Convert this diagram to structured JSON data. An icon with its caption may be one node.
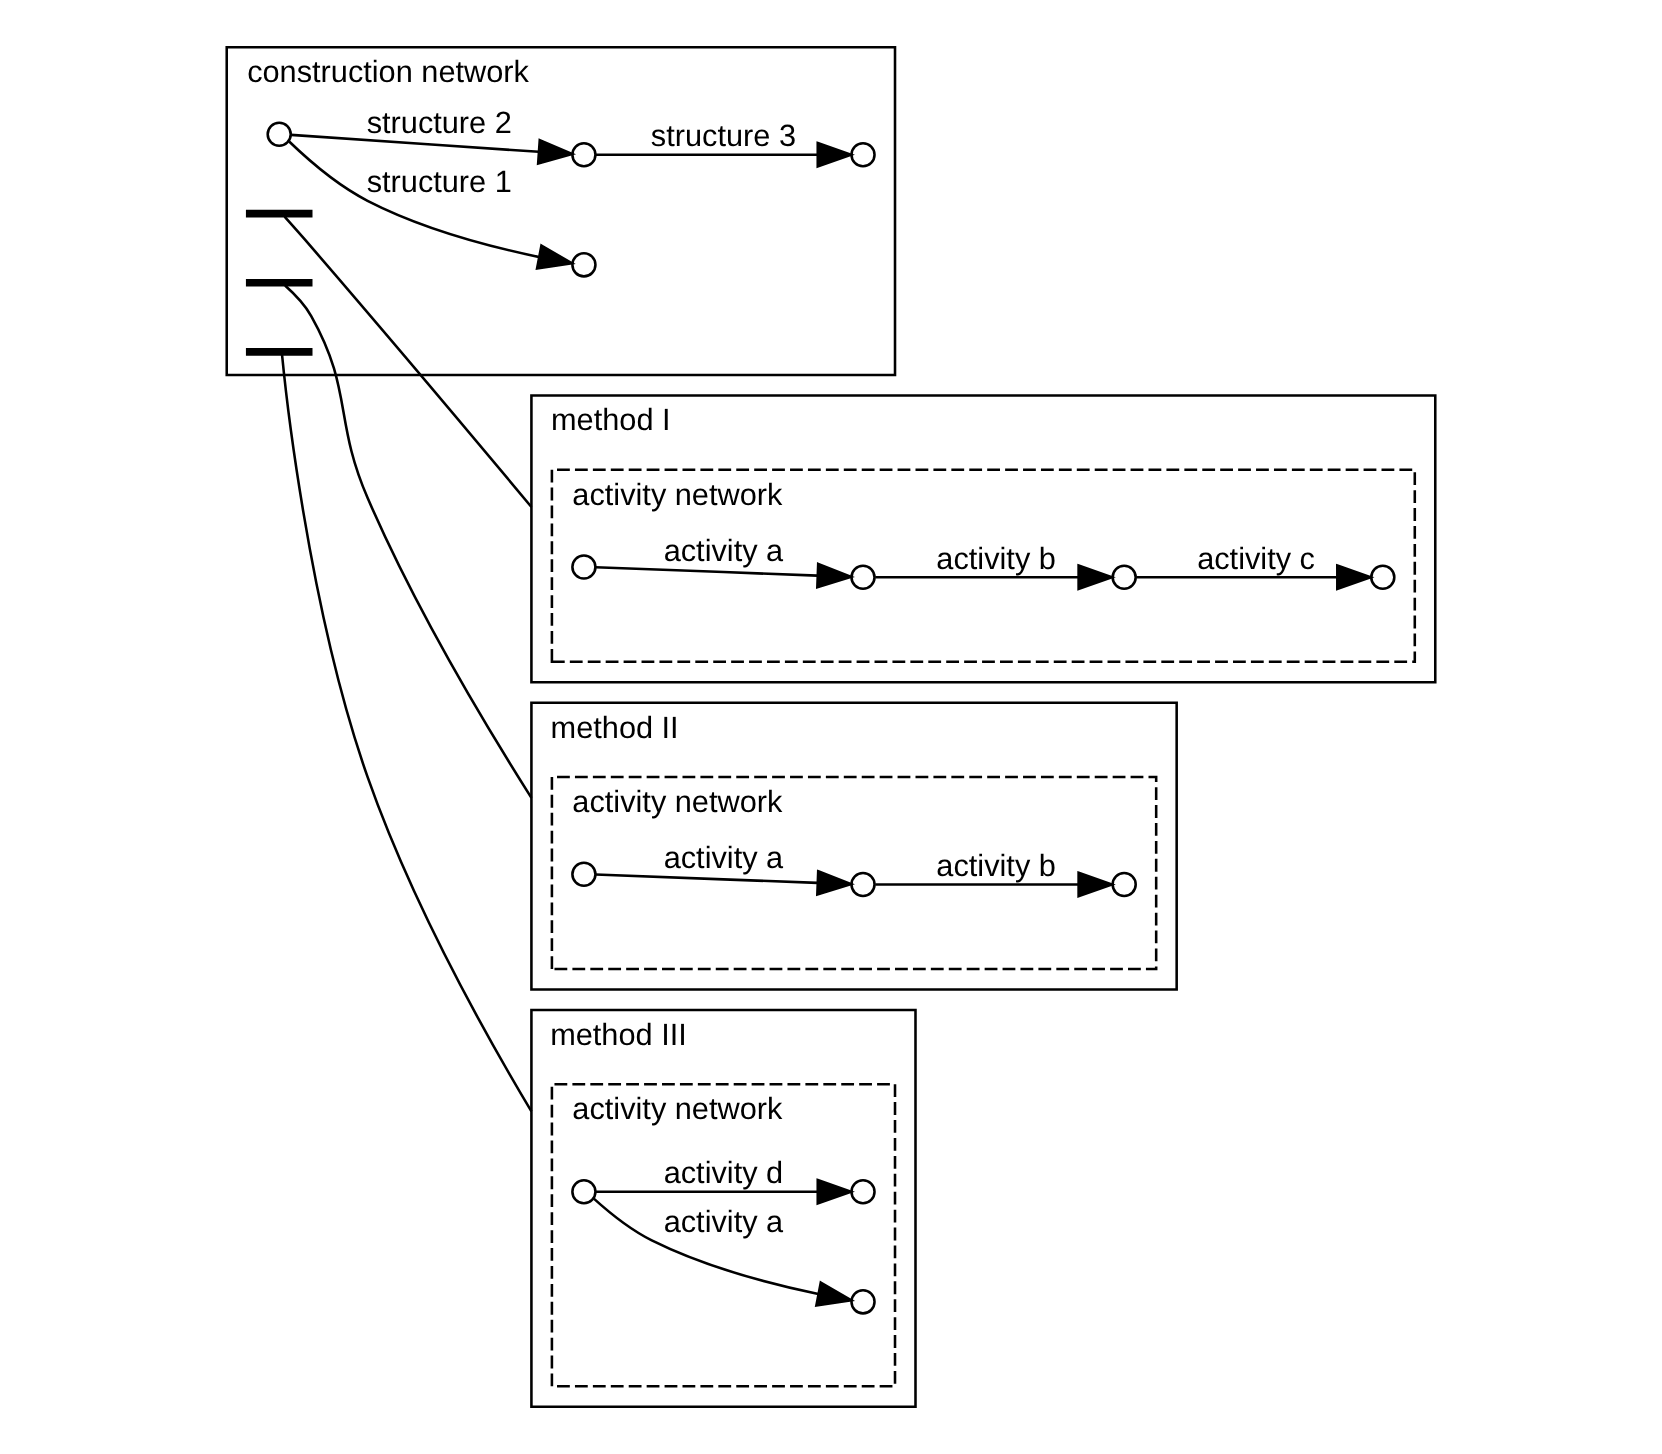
{
  "diagram": {
    "nodes": [
      {
        "text": [
          "construction network"
        ]
      },
      {
        "text": [],
        "shape": "circle",
        "in": 0
      },
      {
        "text": [],
        "shape": "circle",
        "in": 0
      },
      {
        "text": [],
        "shape": "circle",
        "in": 0
      },
      {
        "text": [],
        "shape": "circle",
        "in": 0
      },
      {
        "text": [],
        "shape": "bar",
        "in": 0
      },
      {
        "text": [],
        "shape": "bar",
        "in": 0
      },
      {
        "text": [],
        "shape": "bar",
        "in": 0
      },
      {
        "text": [
          "method I"
        ]
      },
      {
        "text": [
          "activity network"
        ],
        "in": 8
      },
      {
        "text": [],
        "shape": "circle",
        "in": 9
      },
      {
        "text": [],
        "shape": "circle",
        "in": 9
      },
      {
        "text": [],
        "shape": "circle",
        "in": 9
      },
      {
        "text": [],
        "shape": "circle",
        "in": 9
      },
      {
        "text": [
          "method II"
        ]
      },
      {
        "text": [
          "activity network"
        ],
        "in": 14
      },
      {
        "text": [],
        "shape": "circle",
        "in": 15
      },
      {
        "text": [],
        "shape": "circle",
        "in": 15
      },
      {
        "text": [],
        "shape": "circle",
        "in": 15
      },
      {
        "text": [
          "method III"
        ]
      },
      {
        "text": [
          "activity network"
        ],
        "in": 19
      },
      {
        "text": [],
        "shape": "circle",
        "in": 20
      },
      {
        "text": [],
        "shape": "circle",
        "in": 20
      },
      {
        "text": [],
        "shape": "circle",
        "in": 20
      }
    ],
    "edges": [
      {
        "from": 1,
        "to": 2,
        "arrow": "to",
        "label": "structure 1"
      },
      {
        "from": 1,
        "to": 3,
        "arrow": "to",
        "label": "structure 2"
      },
      {
        "from": 3,
        "to": 4,
        "arrow": "to",
        "label": "structure 3"
      },
      {
        "from": 5,
        "to": 8,
        "arrow": "none"
      },
      {
        "from": 6,
        "to": 14,
        "arrow": "none"
      },
      {
        "from": 7,
        "to": 19,
        "arrow": "none"
      },
      {
        "from": 10,
        "to": 11,
        "arrow": "to",
        "label": "activity a"
      },
      {
        "from": 11,
        "to": 12,
        "arrow": "to",
        "label": "activity b"
      },
      {
        "from": 12,
        "to": 13,
        "arrow": "to",
        "label": "activity c"
      },
      {
        "from": 16,
        "to": 17,
        "arrow": "to",
        "label": "activity a"
      },
      {
        "from": 17,
        "to": 18,
        "arrow": "to",
        "label": "activity b"
      },
      {
        "from": 21,
        "to": 22,
        "arrow": "to",
        "label": "activity a"
      },
      {
        "from": 21,
        "to": 23,
        "arrow": "to",
        "label": "activity d"
      }
    ]
  }
}
